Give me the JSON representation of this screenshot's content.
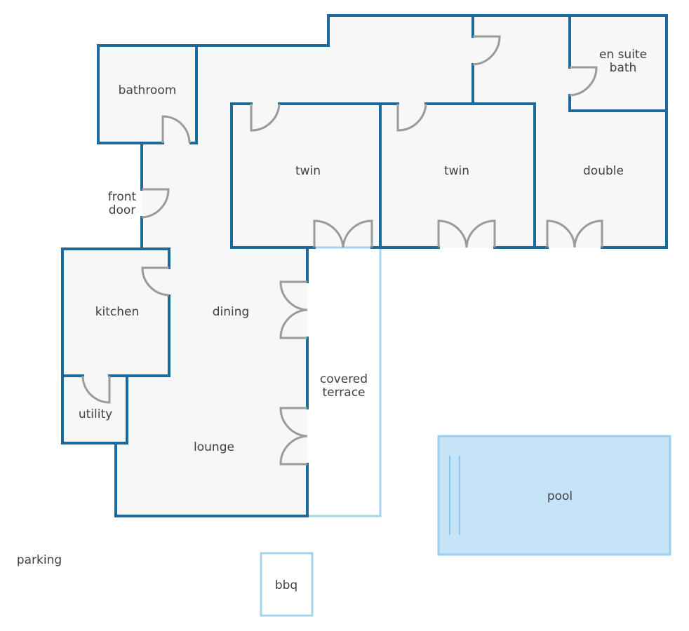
{
  "colors": {
    "wall": "#1c6a9c",
    "floor": "#f7f7f7",
    "door": "#9a9a9a",
    "outdoor": "#a6d3ec",
    "pool": "#c5e4f7"
  },
  "rooms": {
    "bathroom": "bathroom",
    "front_door": [
      "front",
      "door"
    ],
    "kitchen": "kitchen",
    "utility": "utility",
    "dining": "dining",
    "lounge": "lounge",
    "twin_1": "twin",
    "twin_2": "twin",
    "double": "double",
    "en_suite": [
      "en suite",
      "bath"
    ],
    "covered_terrace": [
      "covered",
      "terrace"
    ],
    "pool": "pool",
    "bbq": "bbq",
    "parking": "parking"
  }
}
